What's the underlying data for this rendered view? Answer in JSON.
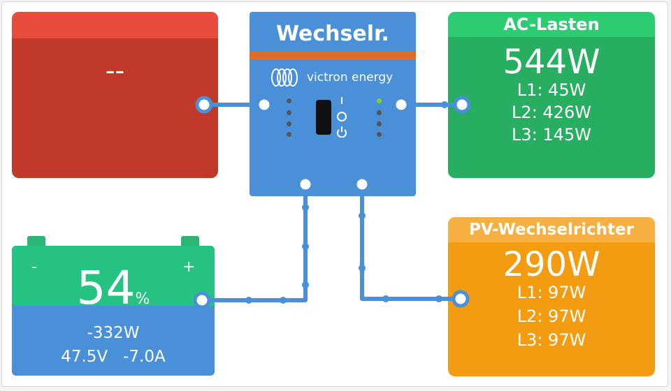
{
  "grid": {
    "value": "--"
  },
  "inverter": {
    "title": "Wechselr.",
    "brand": "victron energy"
  },
  "ac_loads": {
    "title": "AC-Lasten",
    "total": "544W",
    "l1": "L1: 45W",
    "l2": "L2: 426W",
    "l3": "L3: 145W"
  },
  "pv_inverter": {
    "title": "PV-Wechselrichter",
    "total": "290W",
    "l1": "L1: 97W",
    "l2": "L2: 97W",
    "l3": "L3: 97W"
  },
  "battery": {
    "minus": "-",
    "plus": "+",
    "soc": "54",
    "soc_unit": "%",
    "power": "-332W",
    "voltage": "47.5V",
    "current": "-7.0A",
    "soc_fraction": 0.54
  },
  "colors": {
    "grid": "#c0392b",
    "inverter": "#4a90d9",
    "ac_loads": "#27ae60",
    "pv_inverter": "#f39c12",
    "battery_fill": "#26c281",
    "wire": "#4a90d9"
  }
}
